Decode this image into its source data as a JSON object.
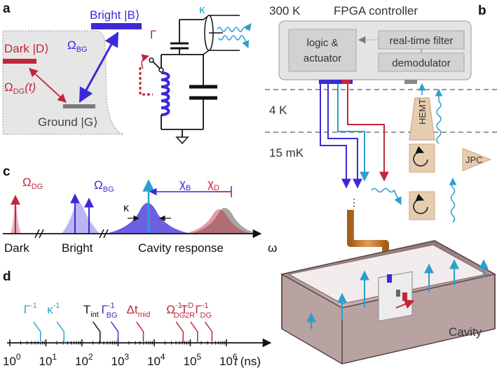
{
  "panel_a": {
    "label": "a",
    "bright": "Bright |B⟩",
    "dark": "Dark |D⟩",
    "ground": "Ground |G⟩",
    "omega_bg": "Ω",
    "omega_bg_sub": "BG",
    "omega_dg": "Ω",
    "omega_dg_sub": "DG",
    "omega_dg_arg": "(t)",
    "gamma": "Γ",
    "kappa": "κ"
  },
  "panel_b": {
    "label": "b",
    "temp_300": "300 K",
    "controller": "FPGA controller",
    "logic_line1": "logic &",
    "logic_line2": "actuator",
    "filter": "real-time filter",
    "demod": "demodulator",
    "temp_4": "4 K",
    "temp_15": "15 mK",
    "hemt": "HEMT",
    "jpc": "JPC",
    "cavity": "Cavity"
  },
  "panel_c": {
    "label": "c",
    "omega_dg": "Ω",
    "omega_dg_sub": "DG",
    "omega_bg": "Ω",
    "omega_bg_sub": "BG",
    "chi_b": "χ",
    "chi_b_sub": "B",
    "chi_d": "χ",
    "chi_d_sub": "D",
    "kappa": "κ",
    "dark": "Dark",
    "bright": "Bright",
    "cavity_response": "Cavity response",
    "omega_axis": "ω"
  },
  "panel_d": {
    "label": "d",
    "axis_label": "t",
    "axis_unit": "(ns)",
    "tick_base": "10",
    "tick_exponents": [
      "0",
      "1",
      "2",
      "3",
      "4",
      "5",
      "6"
    ],
    "timescales": [
      {
        "main": "Γ",
        "sup": "-1",
        "sub": "",
        "color": "#2c9fcf",
        "log10_t": 0.85
      },
      {
        "main": "κ",
        "sup": "-1",
        "sub": "",
        "color": "#2c9fcf",
        "log10_t": 1.5
      },
      {
        "main": "T",
        "sup": "",
        "sub": "int",
        "color": "#111111",
        "log10_t": 2.5
      },
      {
        "main": "Γ",
        "sup": "-1",
        "sub": "BG",
        "color": "#3b2ad8",
        "log10_t": 3.0
      },
      {
        "main": "Δt",
        "sup": "",
        "sub": "mid",
        "color": "#c2263a",
        "log10_t": 3.7
      },
      {
        "main": "Ω",
        "sup": "-1",
        "sub": "DG",
        "color": "#c2263a",
        "log10_t": 4.8
      },
      {
        "main": "T",
        "sup": "D",
        "sub": "2R",
        "color": "#c2263a",
        "log10_t": 5.2
      },
      {
        "main": "Γ",
        "sup": "-1",
        "sub": "DG",
        "color": "#c2263a",
        "log10_t": 5.6
      }
    ]
  },
  "colors": {
    "bright": "#3b2ad8",
    "dark": "#c2263a",
    "cyan": "#2c9fcf",
    "copper": "#c87f2a",
    "device": "#e6cdb0",
    "cavity": "#b8a2a2"
  }
}
